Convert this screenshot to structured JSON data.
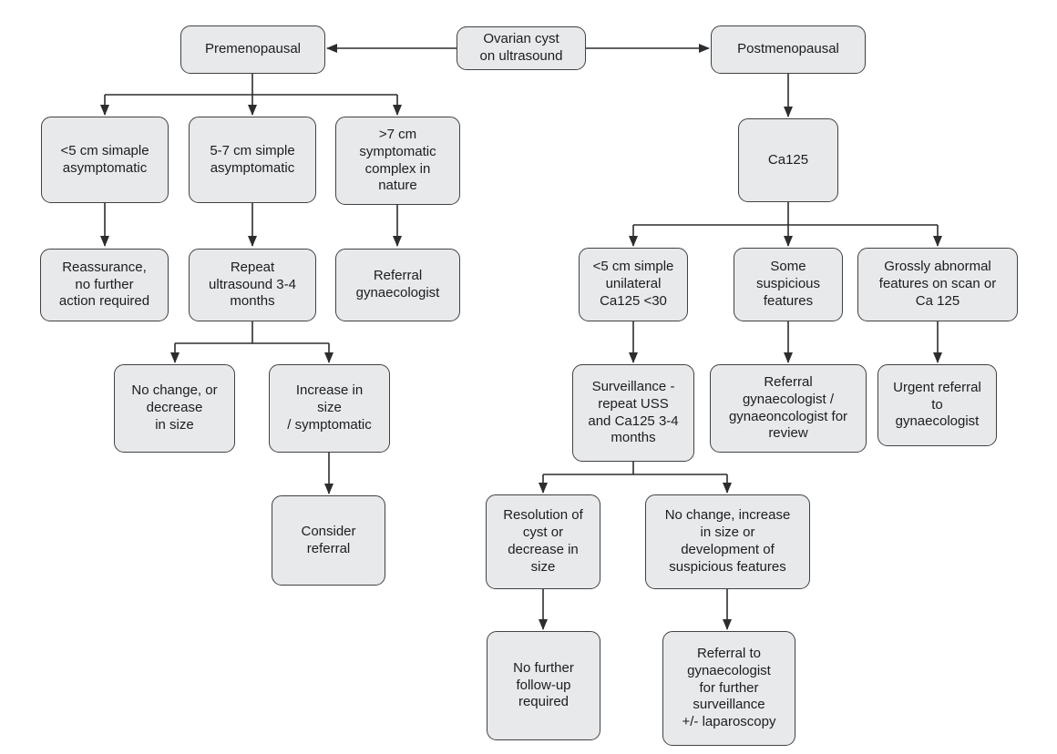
{
  "diagram": {
    "type": "flowchart",
    "topic": "Management of ovarian cyst found on ultrasound",
    "colors": {
      "node_fill": "#e8e9ea",
      "node_border": "#414143",
      "connector": "#2d2d2f",
      "text": "#1d1d1f",
      "background": "#ffffff"
    },
    "nodes": {
      "ovarian_cyst": {
        "label": "Ovarian cyst\non ultrasound"
      },
      "premenopausal": {
        "label": "Premenopausal"
      },
      "postmenopausal": {
        "label": "Postmenopausal"
      },
      "lt_small": {
        "label": "<5 cm simaple\nasymptomatic"
      },
      "lt_medium": {
        "label": "5-7 cm simple\nasymptomatic"
      },
      "lt_large": {
        "label": ">7 cm\nsymptomatic\ncomplex in\nnature"
      },
      "reassurance": {
        "label": "Reassurance,\nno further\naction required"
      },
      "repeat_uss": {
        "label": "Repeat\nultrasound 3-4\nmonths"
      },
      "referral_gyn": {
        "label": "Referral\ngynaecologist"
      },
      "no_change_left": {
        "label": "No change, or\ndecrease\nin size"
      },
      "increase": {
        "label": "Increase in\nsize\n/ symptomatic"
      },
      "consider_referral": {
        "label": "Consider\nreferral"
      },
      "ca125": {
        "label": "Ca125"
      },
      "rt_small": {
        "label": "<5 cm simple\nunilateral\nCa125 <30"
      },
      "rt_suspicious": {
        "label": "Some\nsuspicious\nfeatures"
      },
      "rt_gross": {
        "label": "Grossly abnormal\nfeatures on scan or\nCa 125"
      },
      "surveillance": {
        "label": "Surveillance -\nrepeat USS\nand Ca125 3-4\nmonths"
      },
      "referral_gyn_onc": {
        "label": "Referral\ngynaecologist /\ngynaeoncologist for\nreview"
      },
      "urgent_referral": {
        "label": "Urgent referral\nto\ngynaecologist"
      },
      "resolution": {
        "label": "Resolution of\ncyst or\ndecrease in\nsize"
      },
      "no_change_right": {
        "label": "No change, increase\nin size or\ndevelopment of\nsuspicious features"
      },
      "no_followup": {
        "label": "No further\nfollow-up\nrequired"
      },
      "referral_surveillance": {
        "label": "Referral to\ngynaecologist\nfor further\nsurveillance\n+/- laparoscopy"
      }
    }
  }
}
